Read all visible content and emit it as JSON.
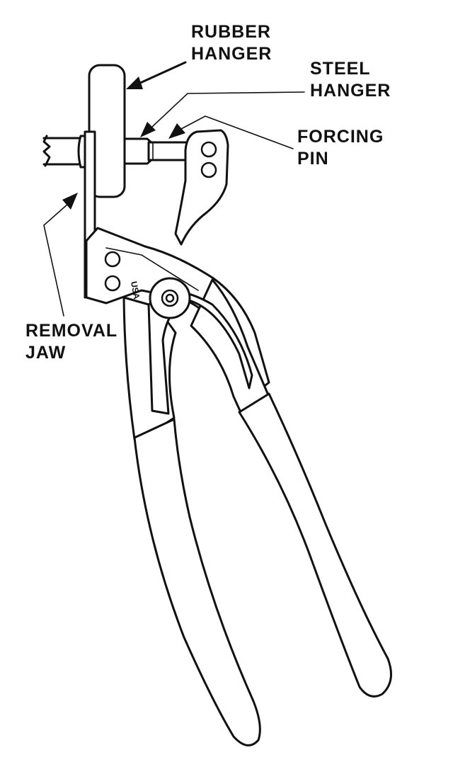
{
  "labels": {
    "rubber_hanger": [
      "RUBBER",
      "HANGER"
    ],
    "steel_hanger": [
      "STEEL",
      "HANGER"
    ],
    "forcing_pin": [
      "FORCING",
      "PIN"
    ],
    "removal_jaw": [
      "REMOVAL",
      "JAW"
    ]
  },
  "stamp": "USA",
  "colors": {
    "ink": "#111111",
    "background": "#ffffff"
  }
}
